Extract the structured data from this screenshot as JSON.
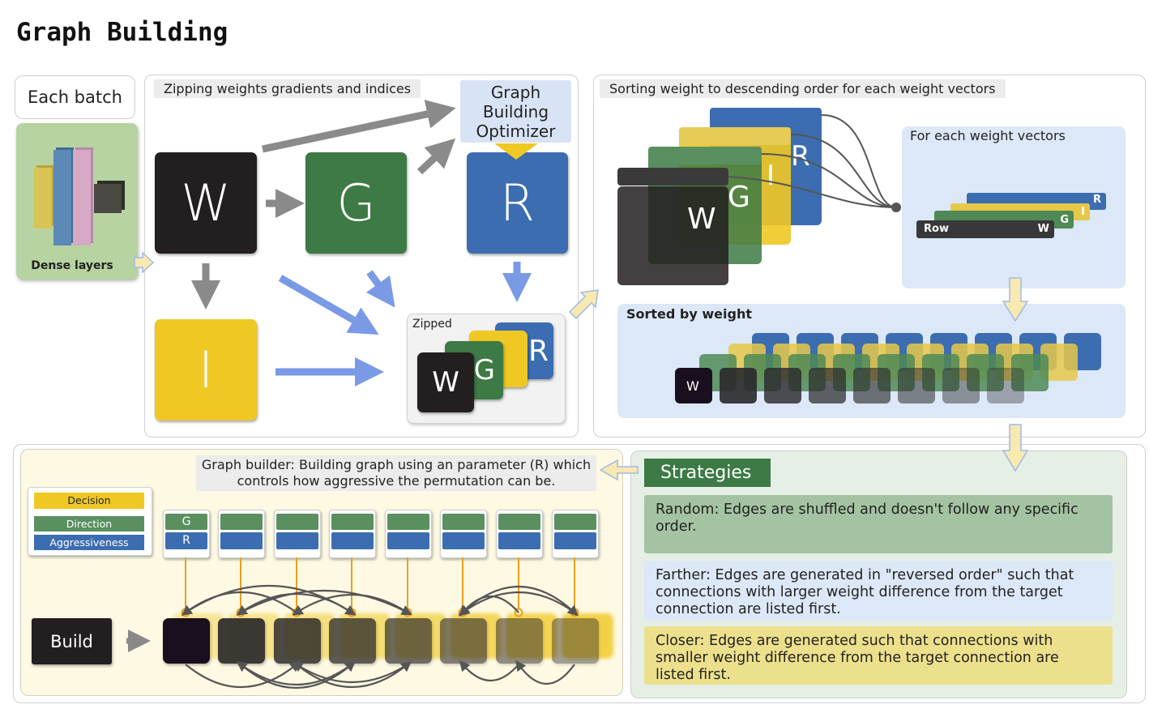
{
  "title": "Graph Building",
  "batch": {
    "label": "Each batch",
    "dense_label": "Dense layers"
  },
  "zip_panel": {
    "label": "Zipping weights gradients and indices",
    "optimizer_label": "Graph Building Optimizer",
    "w": "W",
    "g": "G",
    "r": "R",
    "i": "I",
    "zipped_label": "Zipped"
  },
  "sort_panel": {
    "label": "Sorting weight to descending order for each weight vectors",
    "for_each_label": "For each weight vectors",
    "row_label": "Row",
    "sorted_label": "Sorted by weight"
  },
  "builder": {
    "desc": "Graph builder: Building graph using an parameter (R) which controls how aggressive the permutation can be.",
    "legend": [
      "Decision",
      "Direction",
      "Aggressiveness"
    ],
    "build_label": "Build"
  },
  "strategies": {
    "header": "Strategies",
    "items": [
      {
        "text": "Random: Edges are shuffled and doesn't follow any specific order.",
        "color": "#a4c3a2"
      },
      {
        "text": "Farther: Edges are generated in \"reversed order\" such that connections with larger weight difference from the target connection are listed first.",
        "color": "#dce8f7"
      },
      {
        "text": "Closer: Edges are generated such that connections with smaller weight difference from the target connection are listed first.",
        "color": "#ede08c"
      }
    ]
  },
  "colors": {
    "black": "#231f20",
    "green": "#3d7a45",
    "blue": "#3c6db0",
    "yellow": "#f0c824",
    "arrow_blue": "#7a9ae6",
    "arrow_gray": "#8a8a8a",
    "orange": "#e8a020"
  }
}
